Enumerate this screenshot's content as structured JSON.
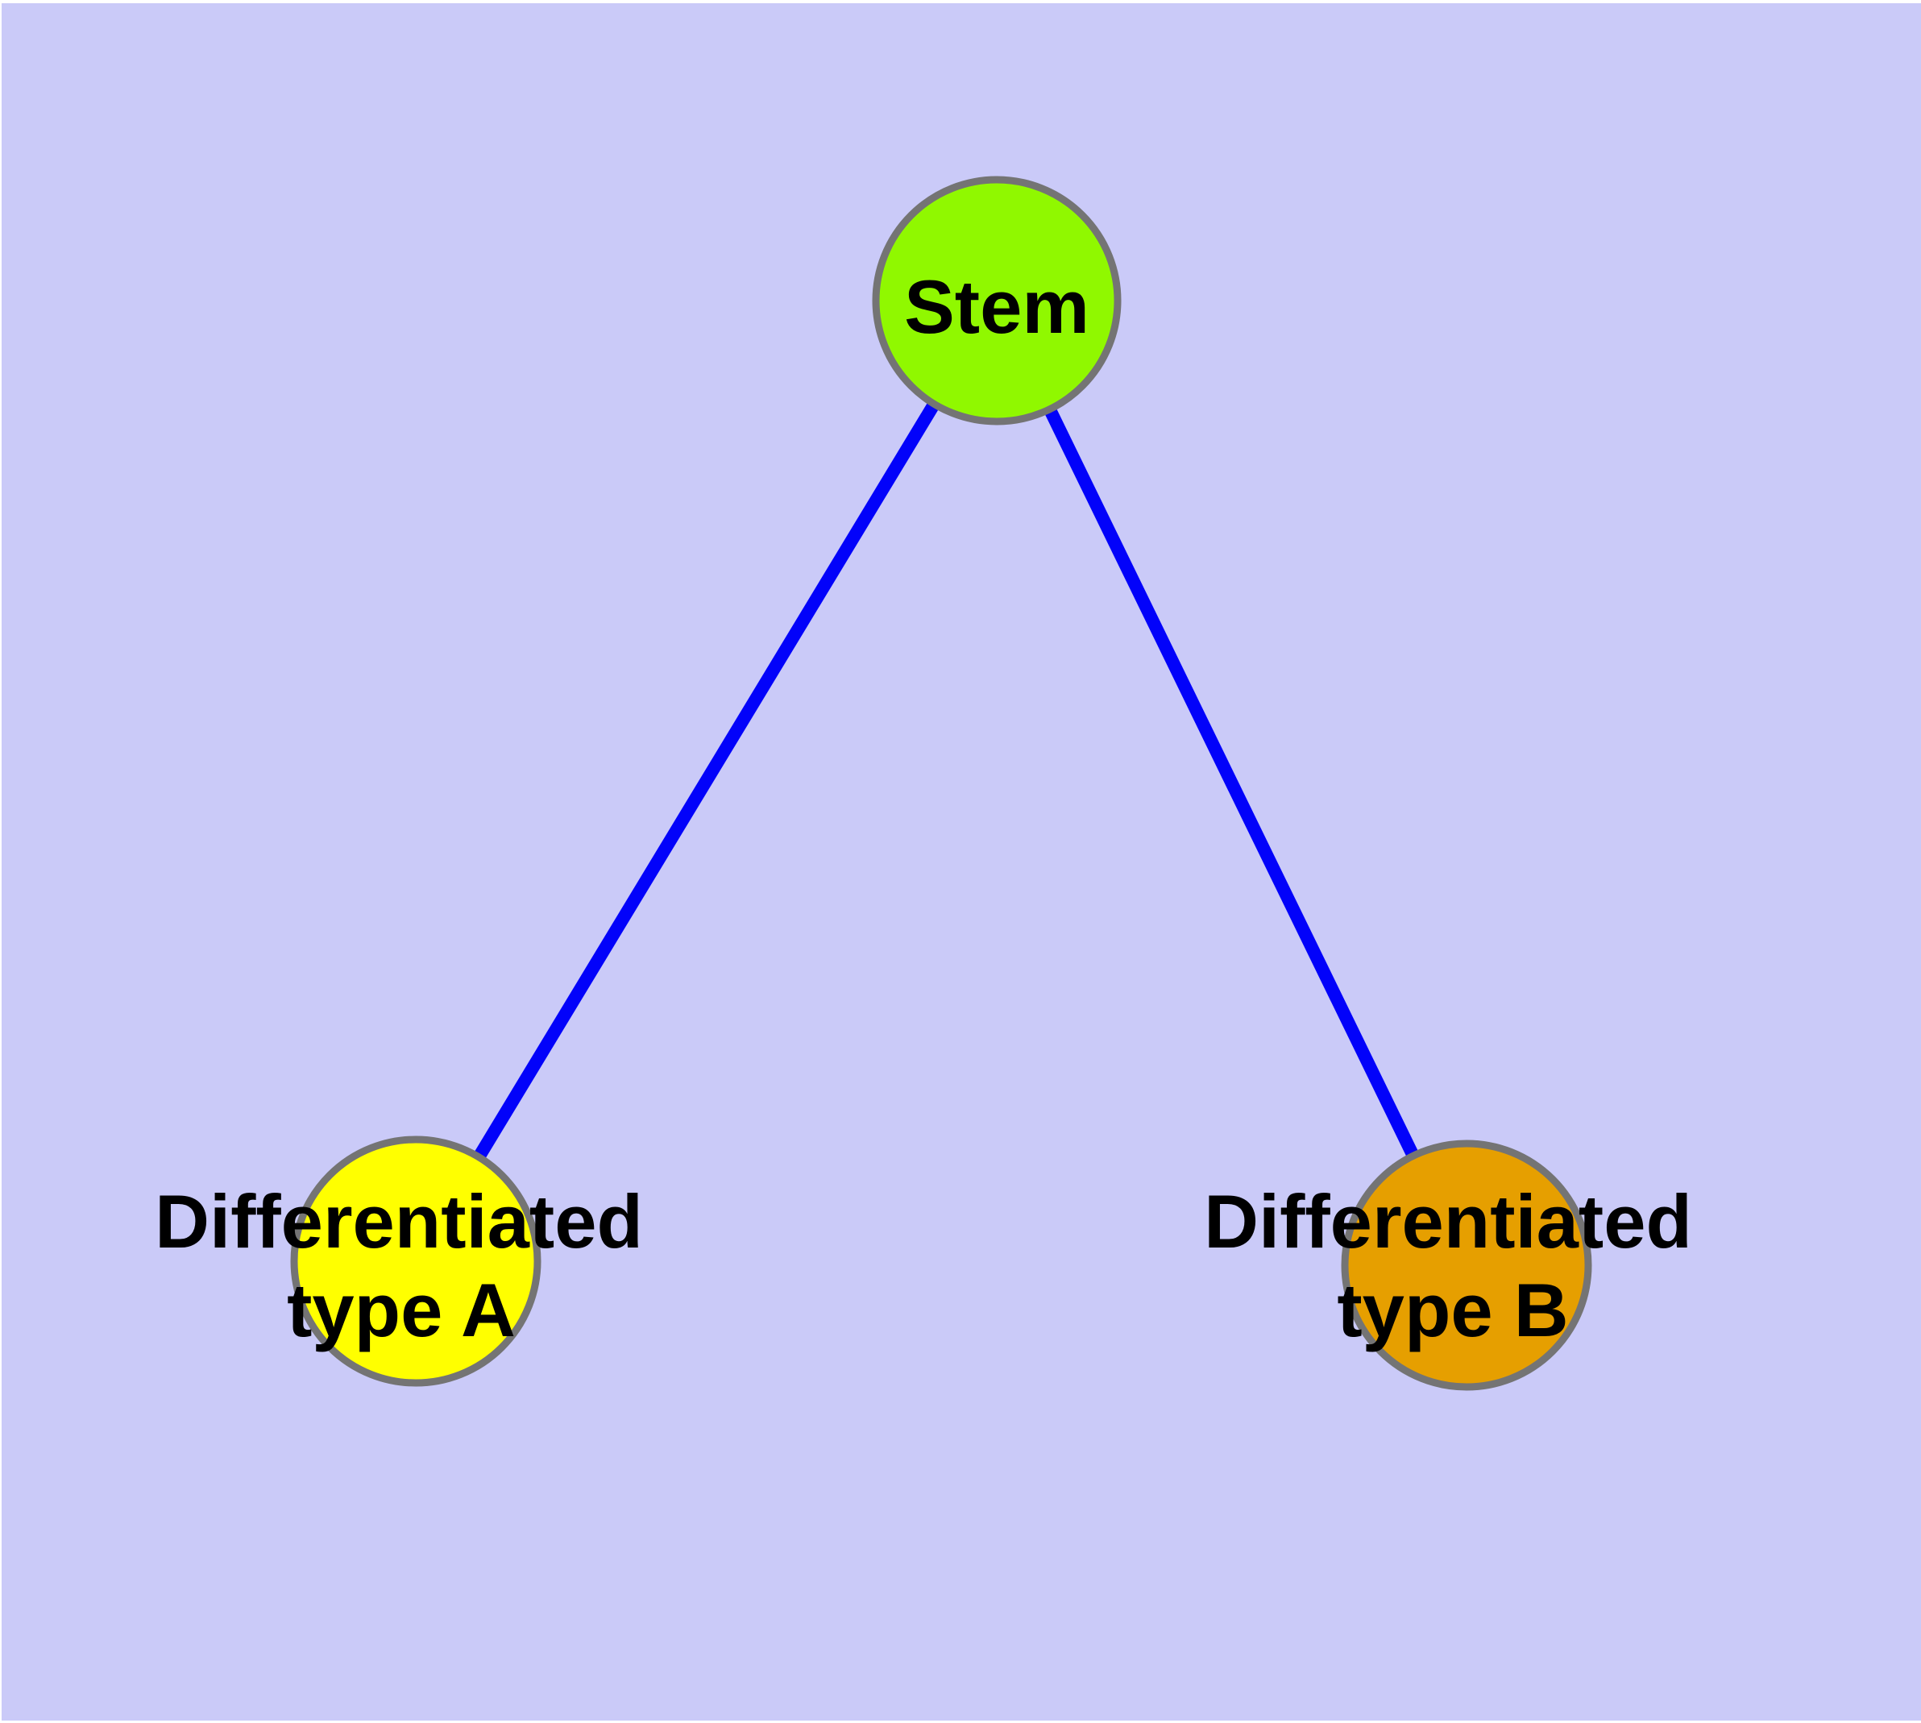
{
  "graph": {
    "background_color": "#cacaf8",
    "frame_strip_color": "#ffffff",
    "edge_color": "#0202fa",
    "node_border_color": "#747474",
    "text_color": "#000000",
    "nodes": {
      "stem": {
        "label": "Stem",
        "color": "#90f800"
      },
      "type_a": {
        "label_line1": "Differentiated",
        "label_line2": "type A",
        "color": "#ffff00"
      },
      "type_b": {
        "label_line1": "Differentiated",
        "label_line2": "type B",
        "color": "#e69f00"
      }
    },
    "edges": [
      {
        "from": "Stem",
        "to": "Differentiated type A"
      },
      {
        "from": "Stem",
        "to": "Differentiated type B"
      }
    ]
  }
}
